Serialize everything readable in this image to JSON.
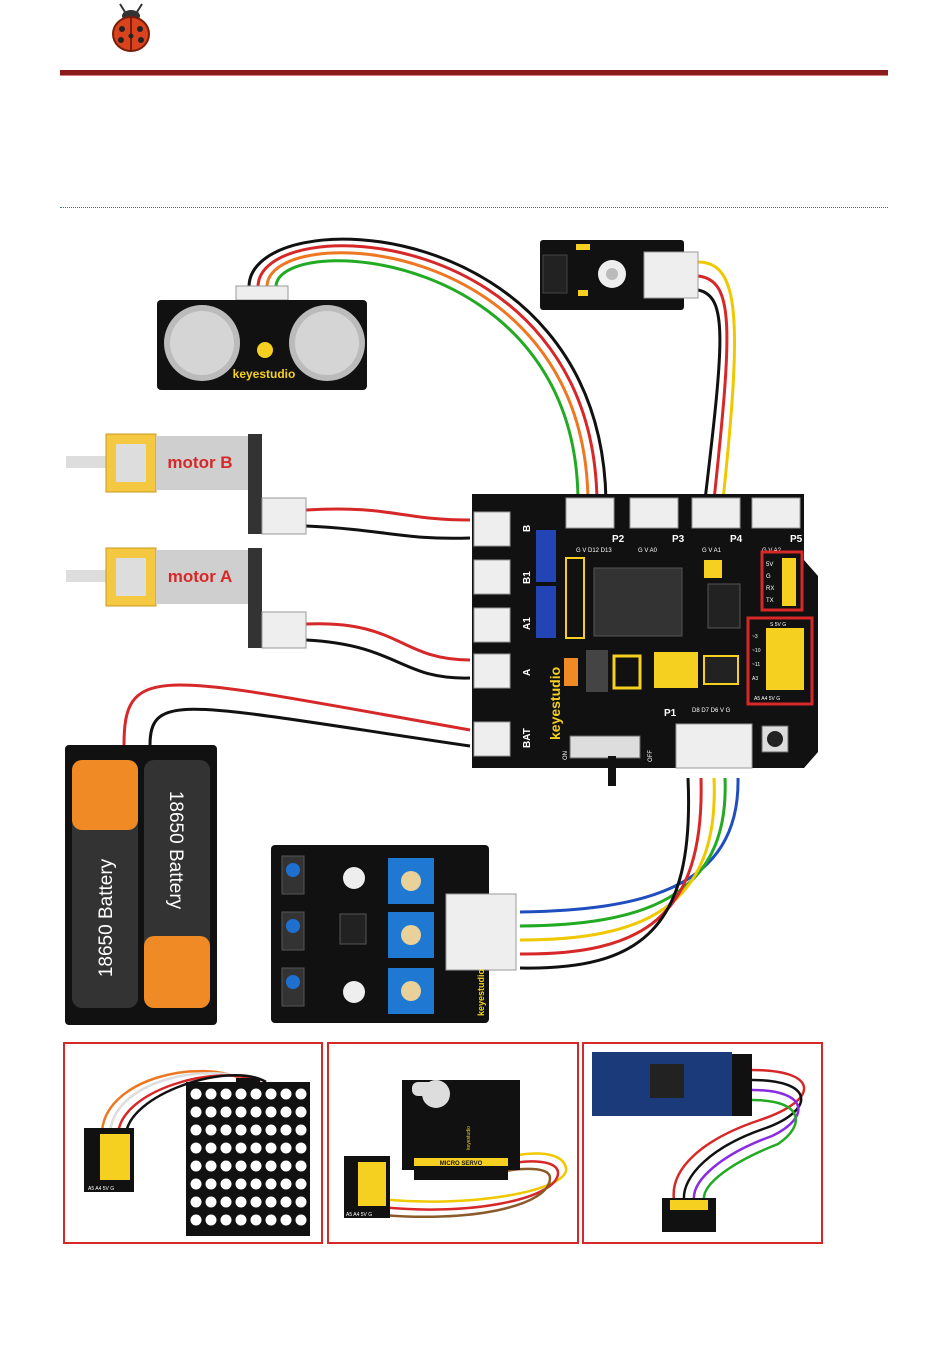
{
  "colors": {
    "header_rule": "#8b1a1a",
    "divider": "#3a6fb5",
    "board": "#111111",
    "pcb_yellow": "#f5d020",
    "callout_frame": "#d62828",
    "motor_label": "#d62828"
  },
  "icons": {
    "logo": "ladybug-icon"
  },
  "ultrasonic": {
    "brand": "keyestudio"
  },
  "motor_b": {
    "label": "motor B"
  },
  "motor_a": {
    "label": "motor A"
  },
  "battery": {
    "label_1": "18650 Battery",
    "label_2": "18650 Battery"
  },
  "shield": {
    "brand": "keyestudio",
    "ports": {
      "p2": "P2",
      "p3": "P3",
      "p4": "P4",
      "p5": "P5",
      "p1": "P1",
      "p2_pins": "G V D12 D13",
      "p3_pins": "G V A0",
      "p4_pins": "G V A1",
      "p5_pins": "G V A2",
      "p1_pins": "D8 D7 D6 V G"
    },
    "motor_ports": {
      "b": "B",
      "b1": "B1",
      "a1": "A1",
      "a": "A",
      "bat": "BAT"
    },
    "bt_pins": [
      "5V",
      "G",
      "RX",
      "TX"
    ],
    "io_labels": {
      "left": [
        "~3",
        "~10",
        "~11",
        "A3"
      ],
      "bottom": "A5 A4 5V G",
      "top": "S 5V G"
    },
    "switch": {
      "on": "ON",
      "off": "OFF"
    }
  },
  "tracking_brand": "keyestudio",
  "servo": {
    "label": "MICRO SERVO",
    "brand": "keyestudio"
  },
  "mini_header": {
    "pins": "A5 A4 5V G",
    "left": [
      "~3",
      "~10",
      "~11",
      "A3"
    ]
  },
  "bt_header": {
    "pins": [
      "5V",
      "G",
      "RX",
      "TX"
    ]
  }
}
